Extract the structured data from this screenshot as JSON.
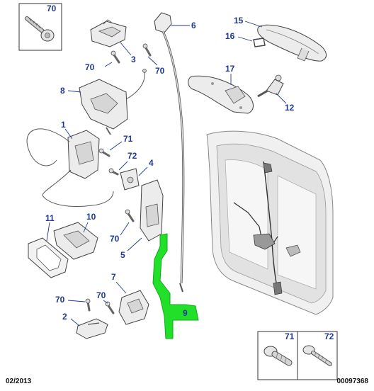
{
  "diagram": {
    "callouts": {
      "p70_topleft": "70",
      "p70_a": "70",
      "p70_b": "70",
      "p70_c": "70",
      "p70_d": "70",
      "p70_e": "70",
      "p3": "3",
      "p6": "6",
      "p15": "15",
      "p16": "16",
      "p17": "17",
      "p12": "12",
      "p8": "8",
      "p1": "1",
      "p71": "71",
      "p72": "72",
      "p4": "4",
      "p11": "11",
      "p10": "10",
      "p5": "5",
      "p7": "7",
      "p9": "9",
      "p2": "2"
    },
    "inset": {
      "label_71": "71",
      "label_72": "72"
    },
    "colors": {
      "callout": "#1f3a93",
      "highlight": "#22e02a",
      "outline": "#444444",
      "part_fill": "#e9e9e9"
    }
  },
  "footer": {
    "date": "02/2013",
    "reference": "00097368"
  }
}
